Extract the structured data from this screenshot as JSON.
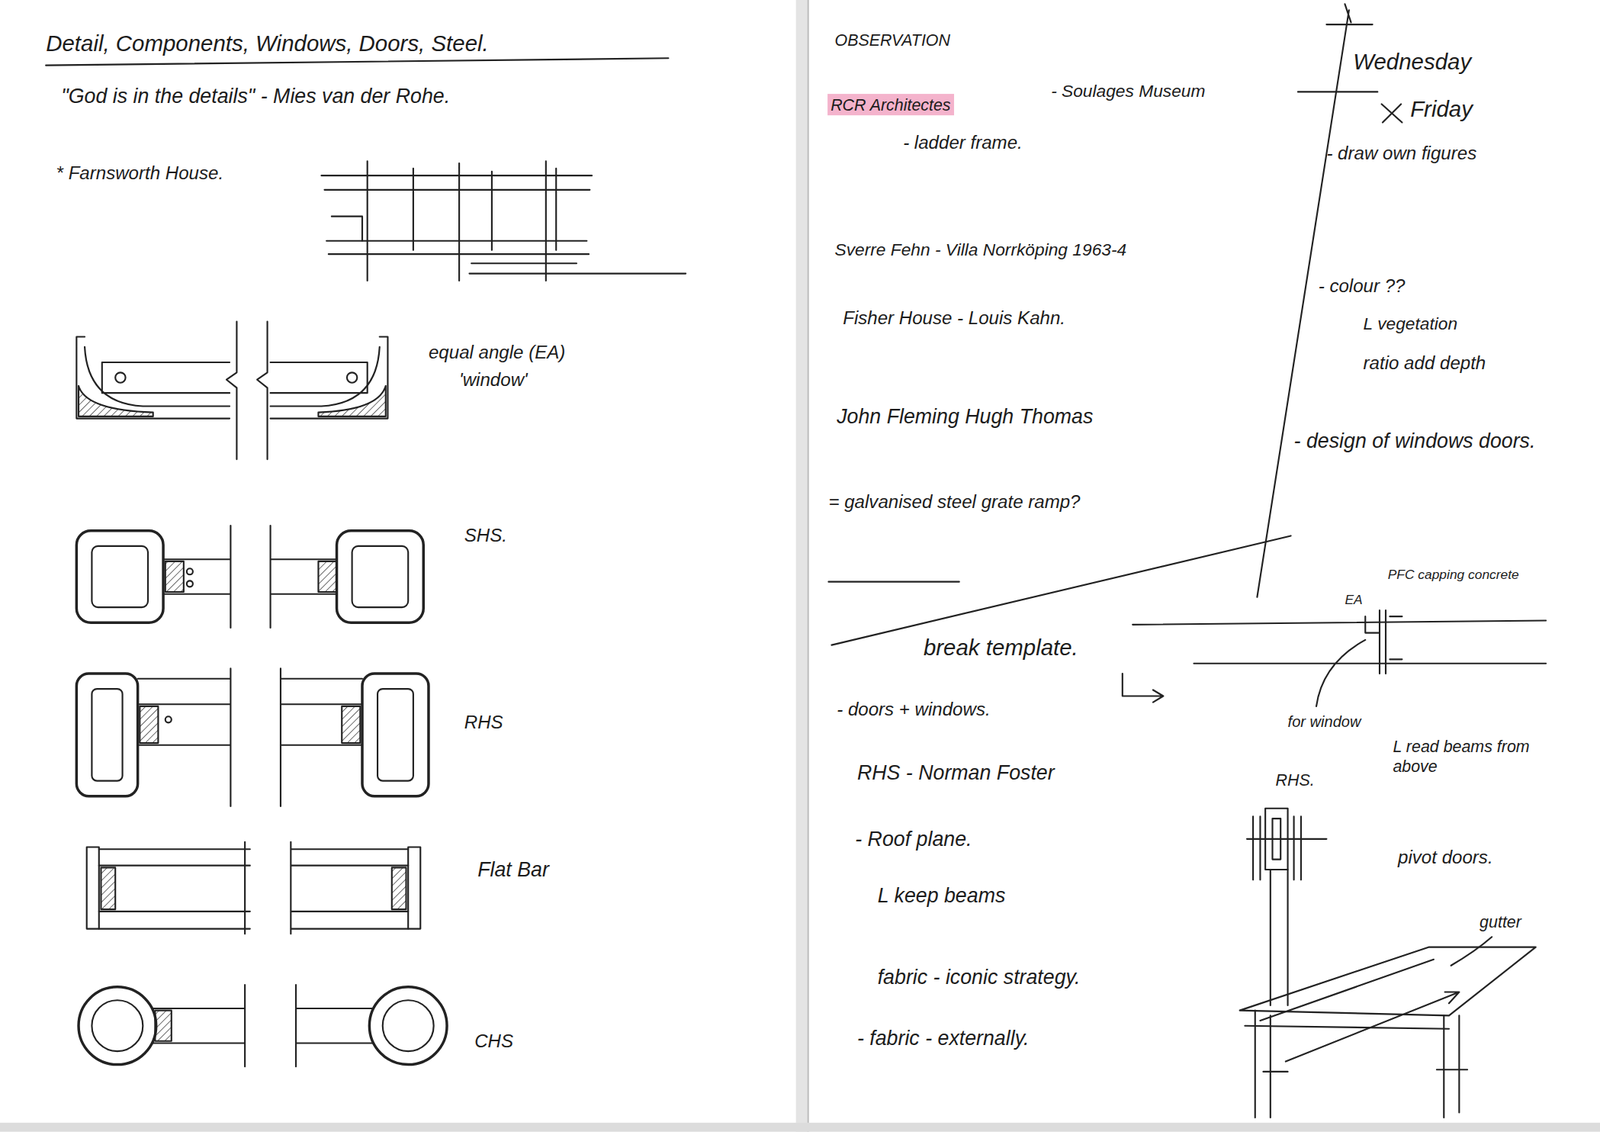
{
  "diagram": {
    "title": "Detail, Components, Windows, Doors, Steel.",
    "labels": [
      "\"God is in the details\" - Mies van der Rohe.",
      "* Farnsworth House.",
      "equal angle (EA)",
      "'window'",
      "SHS.",
      "RHS",
      "Flat Bar",
      "CHS",
      "OBSERVATION",
      "RCR Architectes",
      "- Soulages Museum",
      "- ladder frame.",
      "Sverre Fehn - Villa Norrköping 1963-4",
      "Fisher House - Louis Kahn.",
      "John Fleming Hugh Thomas",
      "= galvanised steel grate ramp?",
      "Wednesday",
      "Friday",
      "- draw own figures",
      "- colour ??",
      "L vegetation",
      "ratio add depth",
      "- design of windows doors.",
      "break template.",
      "- doors + windows.",
      "RHS - Norman Foster",
      "- Roof plane.",
      "L keep beams",
      "fabric - iconic strategy.",
      "- fabric - externally.",
      "EA",
      "PFC capping concrete",
      "for window",
      "RHS.",
      "L read beams from above",
      "pivot doors.",
      "gutter"
    ]
  }
}
